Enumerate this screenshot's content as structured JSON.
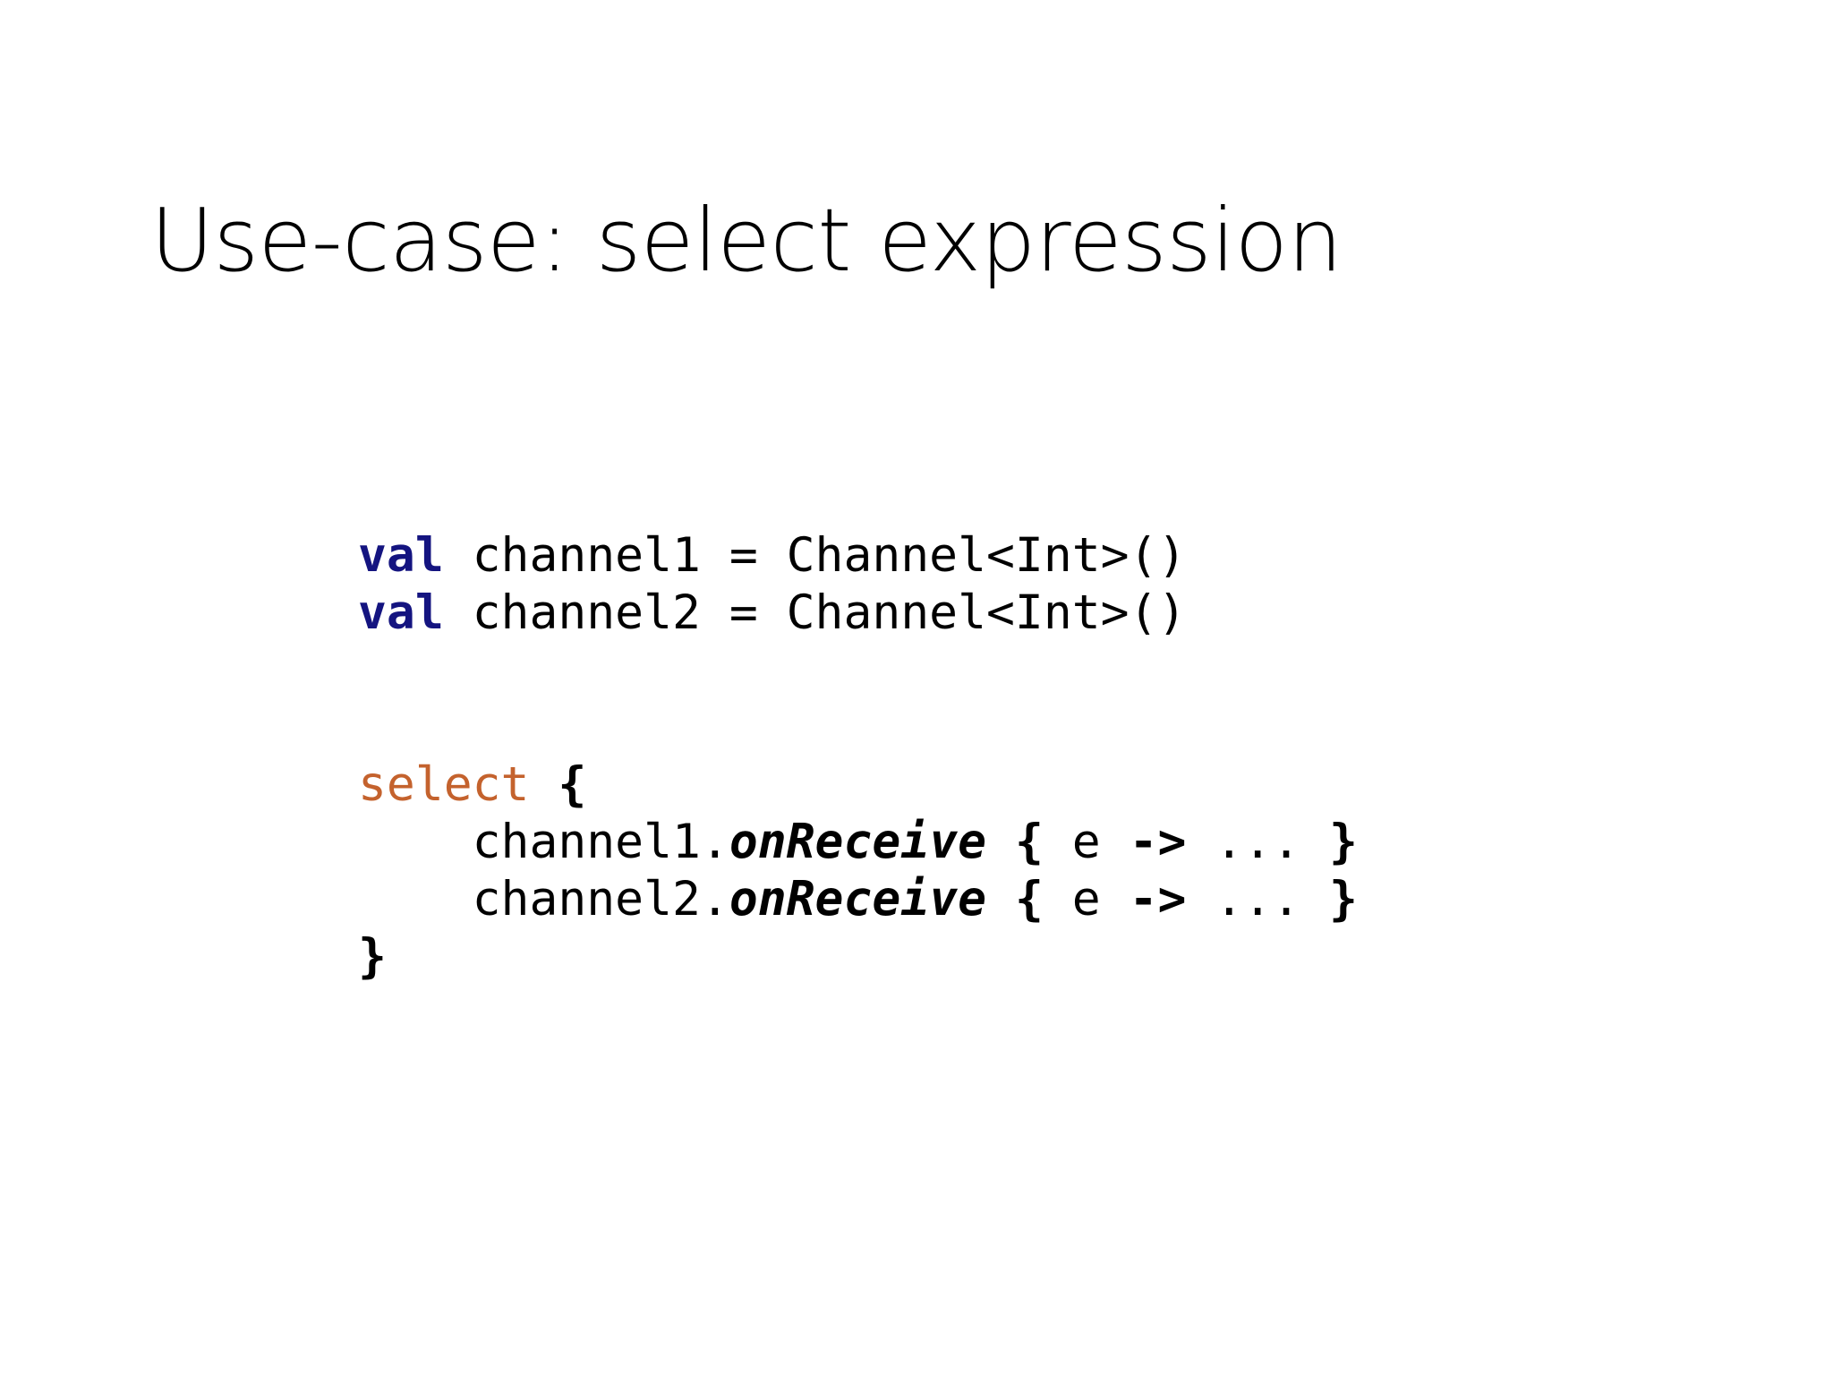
{
  "slide": {
    "background_color": "#ffffff",
    "title": "Use-case: select expression"
  },
  "code": {
    "language": "kotlin",
    "colors": {
      "keyword": "#141480",
      "function": "#C4622D",
      "plain": "#000000"
    },
    "lines": [
      {
        "id": "line-1",
        "text": "val channel1 = Channel<Int>()",
        "tokens": [
          {
            "t": "val",
            "style": "keyword"
          },
          {
            "t": " channel1 = Channel<Int>()",
            "style": "plain"
          }
        ]
      },
      {
        "id": "line-2",
        "text": "val channel2 = Channel<Int>()",
        "tokens": [
          {
            "t": "val",
            "style": "keyword"
          },
          {
            "t": " channel2 = Channel<Int>()",
            "style": "plain"
          }
        ]
      },
      {
        "id": "line-3",
        "text": "",
        "tokens": []
      },
      {
        "id": "line-4",
        "text": "",
        "tokens": []
      },
      {
        "id": "line-5",
        "text": "select {",
        "tokens": [
          {
            "t": "select",
            "style": "function"
          },
          {
            "t": " ",
            "style": "plain"
          },
          {
            "t": "{",
            "style": "brace"
          }
        ]
      },
      {
        "id": "line-6",
        "text": "    channel1.onReceive { e -> ... }",
        "tokens": [
          {
            "t": "    channel1.",
            "style": "plain"
          },
          {
            "t": "onReceive",
            "style": "member"
          },
          {
            "t": " ",
            "style": "plain"
          },
          {
            "t": "{",
            "style": "brace"
          },
          {
            "t": " e ",
            "style": "plain"
          },
          {
            "t": "->",
            "style": "arrow"
          },
          {
            "t": " ... ",
            "style": "plain"
          },
          {
            "t": "}",
            "style": "brace"
          }
        ]
      },
      {
        "id": "line-7",
        "text": "    channel2.onReceive { e -> ... }",
        "tokens": [
          {
            "t": "    channel2.",
            "style": "plain"
          },
          {
            "t": "onReceive",
            "style": "member"
          },
          {
            "t": " ",
            "style": "plain"
          },
          {
            "t": "{",
            "style": "brace"
          },
          {
            "t": " e ",
            "style": "plain"
          },
          {
            "t": "->",
            "style": "arrow"
          },
          {
            "t": " ... ",
            "style": "plain"
          },
          {
            "t": "}",
            "style": "brace"
          }
        ]
      },
      {
        "id": "line-8",
        "text": "}",
        "tokens": [
          {
            "t": "}",
            "style": "brace"
          }
        ]
      }
    ]
  }
}
